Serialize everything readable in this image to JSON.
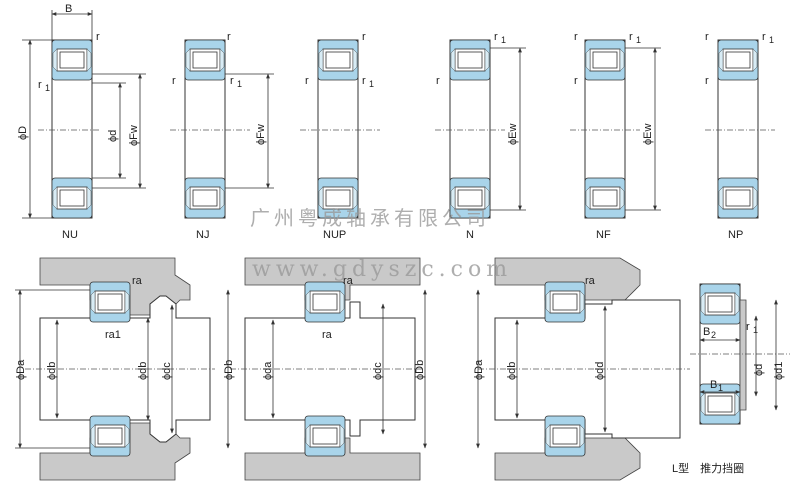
{
  "types": [
    "NU",
    "NJ",
    "NUP",
    "N",
    "NF",
    "NP"
  ],
  "labels": {
    "B": "B",
    "r": "r",
    "sub1": "1",
    "sub2": "2",
    "phiD": "ϕD",
    "phid": "ϕd",
    "phiFw": "ϕFw",
    "phiEw": "ϕEw",
    "phiDa": "ϕDa",
    "phiDb": "ϕDb",
    "phida": "ϕda",
    "phidb": "ϕdb",
    "phidc": "ϕdc",
    "phidd": "ϕdd",
    "phid1": "ϕd1",
    "ra": "ra",
    "ra1": "ra1"
  },
  "captions": {
    "lType": "L型　推力挡圈"
  },
  "watermark": {
    "company": "广州粤成轴承有限公司",
    "url": "www.gdyszc.com"
  },
  "colors": {
    "ring": "#a9d4ea",
    "housing": "#c9c9c9"
  }
}
